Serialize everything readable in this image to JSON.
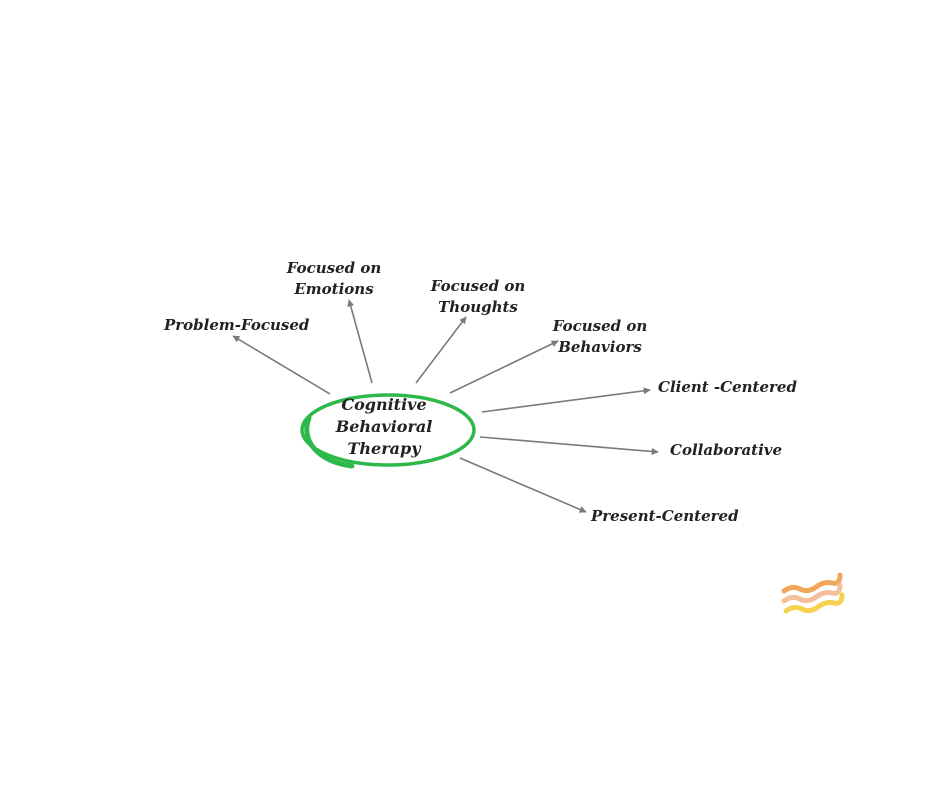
{
  "diagram": {
    "center": {
      "label": "Cognitive\nBehavioral\nTherapy",
      "ring_color": "#2db84a"
    },
    "branches": [
      {
        "id": "problem-focused",
        "label": "Problem-Focused"
      },
      {
        "id": "focused-on-emotions",
        "label": "Focused on\nEmotions"
      },
      {
        "id": "focused-on-thoughts",
        "label": "Focused on\nThoughts"
      },
      {
        "id": "focused-on-behaviors",
        "label": "Focused on\nBehaviors"
      },
      {
        "id": "client-centered",
        "label": "Client -Centered"
      },
      {
        "id": "collaborative",
        "label": "Collaborative"
      },
      {
        "id": "present-centered",
        "label": "Present-Centered"
      }
    ],
    "arrow_color": "#7a7a7a",
    "text_color": "#222222"
  },
  "logo": {
    "icon": "wave-lines-icon",
    "colors": [
      "#f2a65a",
      "#f4bf9a",
      "#f6d24f"
    ]
  }
}
